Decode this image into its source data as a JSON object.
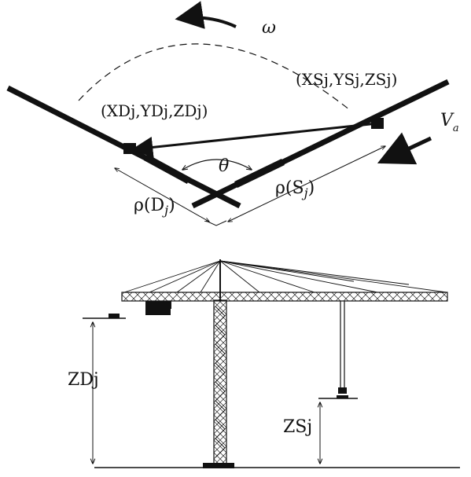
{
  "top_diagram": {
    "rotation_label": "ω",
    "destination_point_label": "(XDj,YDj,ZDj)",
    "supply_point_label": "(XSj,YSj,ZSj)",
    "angle_label": "θ",
    "radius_destination_prefix": "ρ(D",
    "radius_destination_sub": "j",
    "radius_destination_suffix": ")",
    "radius_supply_prefix": "ρ(S",
    "radius_supply_sub": "j",
    "radius_supply_suffix": ")",
    "velocity_label": "V",
    "velocity_sub": "a"
  },
  "bottom_diagram": {
    "destination_height_label": "ZDj",
    "supply_height_label": "ZSj"
  },
  "colors": {
    "ink": "#111111",
    "background": "#ffffff"
  }
}
